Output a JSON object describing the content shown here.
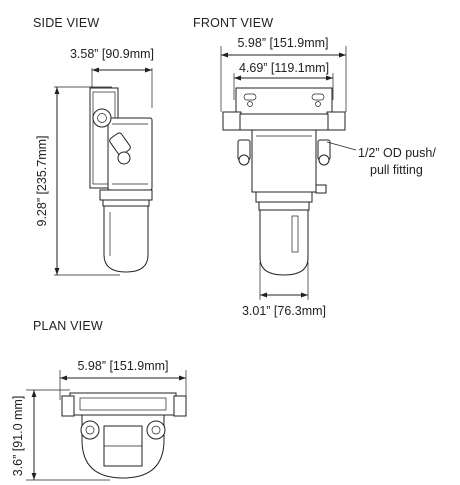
{
  "views": {
    "side": "SIDE VIEW",
    "front": "FRONT VIEW",
    "plan": "PLAN VIEW"
  },
  "dimensions": {
    "side_width": "3.58” [90.9mm]",
    "side_height": "9.28” [235.7mm]",
    "front_width_outer": "5.98” [151.9mm]",
    "front_width_inner": "4.69” [119.1mm]",
    "front_width_base": "3.01” [76.3mm]",
    "plan_width": "5.98” [151.9mm]",
    "plan_height": "3.6” [91.0 mm]"
  },
  "callout": {
    "line1": "1/2” OD push/",
    "line2": "pull  fitting"
  }
}
